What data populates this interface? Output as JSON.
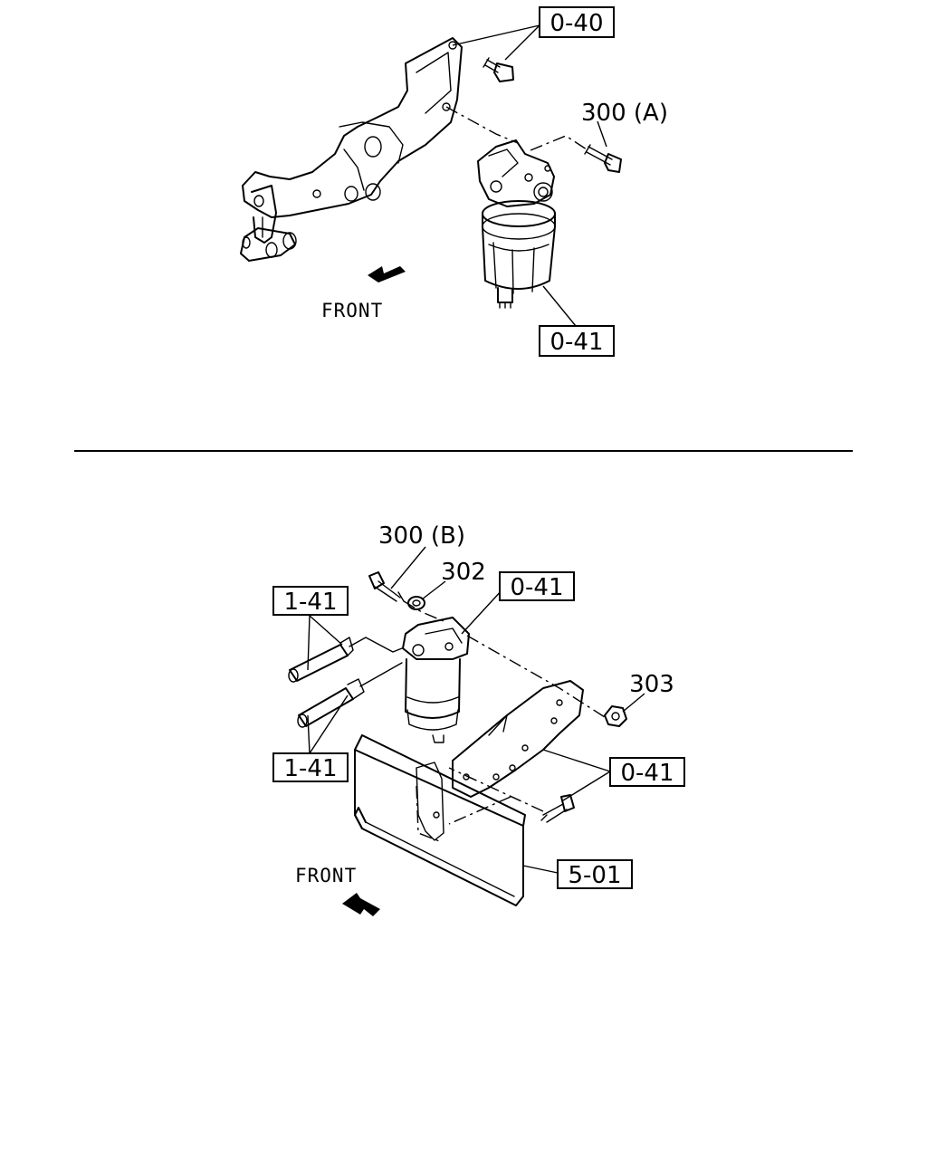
{
  "upper": {
    "callout_bracket_bolt": "0-40",
    "callout_bolt_a": "300 (A)",
    "callout_filter": "0-41",
    "front_label": "FRONT"
  },
  "lower": {
    "callout_bolt_b": "300 (B)",
    "callout_washer": "302",
    "callout_filter_head": "0-41",
    "callout_hose_upper": "1-41",
    "callout_hose_lower": "1-41",
    "callout_nut": "303",
    "callout_bracket": "0-41",
    "callout_frame": "5-01",
    "front_label": "FRONT"
  }
}
